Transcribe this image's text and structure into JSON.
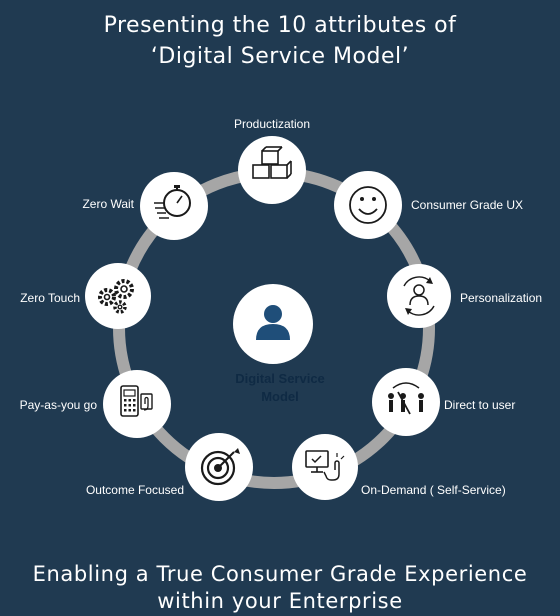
{
  "header": {
    "line1": "Presenting the 10 attributes of",
    "line2": "‘Digital Service Model’"
  },
  "center": {
    "line1": "Digital  Service",
    "line2": "Model",
    "icon": "user-icon"
  },
  "attributes": [
    {
      "label": "Productization",
      "icon": "boxes-icon"
    },
    {
      "label": "Consumer Grade UX",
      "icon": "smiley-icon"
    },
    {
      "label": "Personalization",
      "icon": "person-cycle-icon"
    },
    {
      "label": "Direct to user",
      "icon": "direct-user-icon"
    },
    {
      "label": "On-Demand ( Self-Service)",
      "icon": "touch-screen-icon"
    },
    {
      "label": "Outcome Focused",
      "icon": "target-icon"
    },
    {
      "label": "Pay-as-you go",
      "icon": "card-terminal-icon"
    },
    {
      "label": "Zero Touch",
      "icon": "gears-icon"
    },
    {
      "label": "Zero Wait",
      "icon": "stopwatch-icon"
    }
  ],
  "footer": {
    "line1": "Enabling a True Consumer Grade Experience",
    "line2": "within your Enterprise"
  },
  "colors": {
    "background": "#203a51",
    "ring": "#a6a6a6",
    "icon_dark": "#1a1a1a",
    "center_blue": "#1f4e79"
  }
}
